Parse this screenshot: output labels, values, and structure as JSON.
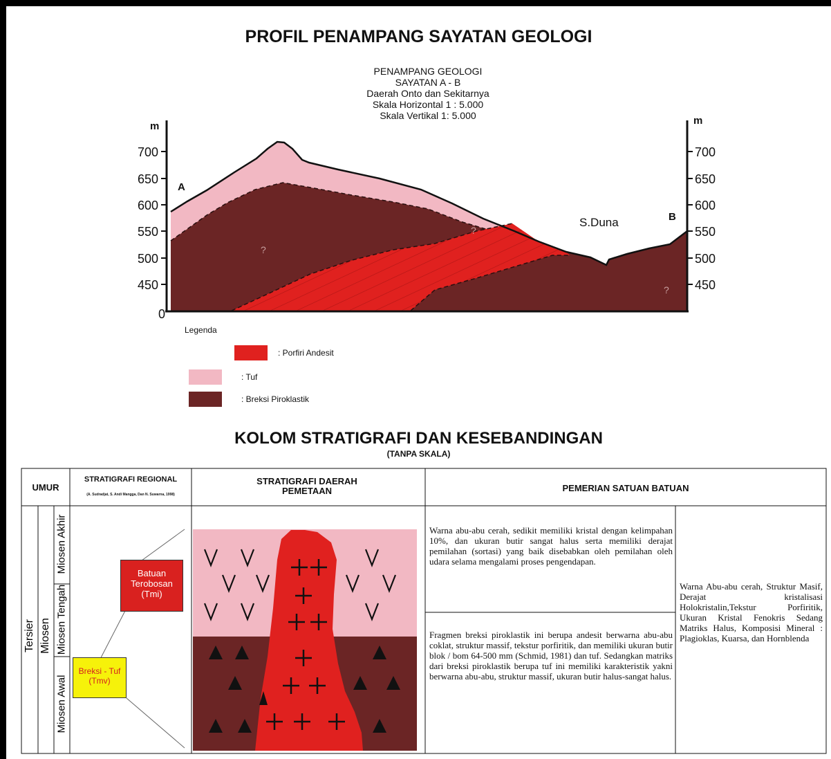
{
  "title": "PROFIL PENAMPANG SAYATAN GEOLOGI",
  "section_header": [
    "PENAMPANG GEOLOGI",
    "SAYATAN A - B",
    "Daerah Onto dan Sekitarnya",
    "Skala Horizontal 1 : 5.000",
    "Skala Vertikal 1: 5.000"
  ],
  "axis": {
    "unit": "m",
    "left_ticks": [
      "700",
      "650",
      "600",
      "550",
      "500",
      "450",
      "0"
    ],
    "right_ticks": [
      "700",
      "650",
      "600",
      "550",
      "500",
      "450"
    ]
  },
  "labels": {
    "a": "A",
    "b": "B",
    "river": "S.Duna",
    "q": "?"
  },
  "legend": {
    "title": "Legenda",
    "items": [
      {
        "label": ": Porfiri Andesit",
        "color": "#e0211f"
      },
      {
        "label": ": Tuf",
        "color": "#f2b8c3"
      },
      {
        "label": ": Breksi Piroklastik",
        "color": "#6b2525"
      }
    ]
  },
  "strat_title": "KOLOM STRATIGRAFI DAN KESEBANDINGAN",
  "strat_subtitle": "(TANPA SKALA)",
  "table": {
    "umur": "UMUR",
    "regional": "STRATIGRAFI REGIONAL",
    "regional_ref": "(A. Sudradjat, S. Andi Mangga, Dan N. Suwarna, 1998)",
    "daerah": "STRATIGRAFI DAERAH PEMETAAN",
    "pemerian": "PEMERIAN SATUAN BATUAN",
    "tersier": "Tersier",
    "miosen": "Miosen",
    "akhir": "Miosen Akhir",
    "tengah": "Miosen Tengah",
    "awal": "Miosen Awal",
    "tmi_name": "Batuan Terobosan",
    "tmi_code": "(Tmi)",
    "tmv_name": "Breksi - Tuf",
    "tmv_code": "(Tmv)",
    "desc_tuf": "Warna abu-abu cerah, sedikit memiliki kristal dengan kelimpahan 10%, dan ukuran butir sangat halus serta memiliki derajat pemilahan (sortasi) yang baik disebabkan oleh pemilahan oleh udara selama mengalami proses pengendapan.",
    "desc_breksi": "Fragmen breksi piroklastik ini berupa andesit berwarna abu-abu coklat, struktur massif, tekstur porfiritik, dan memiliki ukuran butir blok / bom 64-500 mm (Schmid, 1981) dan tuf. Sedangkan matriks dari breksi piroklastik berupa tuf ini memiliki karakteristik yakni berwarna abu-abu, struktur massif, ukuran butir halus-sangat halus.",
    "desc_intrusi": "Warna Abu-abu cerah, Struktur Masif, Derajat kristalisasi Holokristalin,Tekstur Porfiritik, Ukuran Kristal Fenokris Sedang Matriks Halus, Komposisi Mineral : Plagioklas, Kuarsa, dan Hornblenda"
  },
  "colors": {
    "porfiri": "#e0211f",
    "tuf": "#f2b8c3",
    "breksi": "#6b2525",
    "breksi_tuf_box": "#f6f20a",
    "terobosan_box": "#d9211f"
  }
}
